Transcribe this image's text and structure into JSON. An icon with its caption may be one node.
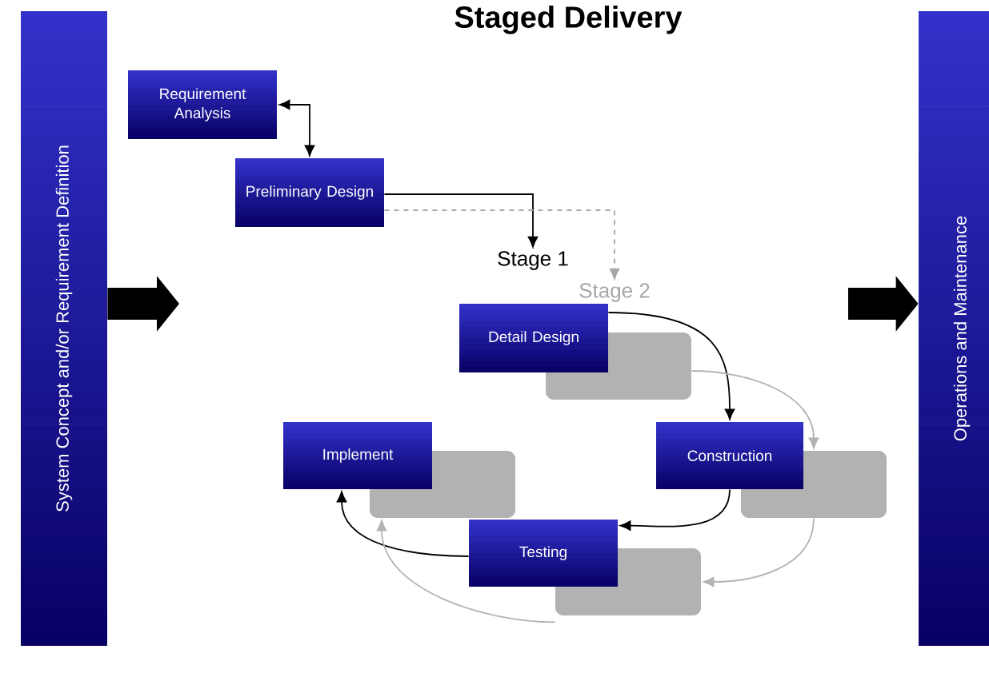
{
  "diagram": {
    "title": "Staged Delivery",
    "nodes": [
      {
        "text": [
          "System Concept and/or Requirement Definition"
        ]
      },
      {
        "text": [
          "Operations and Maintenance"
        ]
      },
      {
        "text": [
          "Requirement Analysis"
        ]
      },
      {
        "text": [
          "Preliminary Design"
        ]
      },
      {
        "text": [
          "Stage 1"
        ]
      },
      {
        "text": [
          "Stage 2"
        ]
      },
      {
        "text": [
          "Detail Design"
        ]
      },
      {
        "text": [
          "Construction"
        ]
      },
      {
        "text": [
          "Testing"
        ]
      },
      {
        "text": [
          "Implement"
        ]
      },
      {
        "text": [],
        "shape": "box"
      },
      {
        "text": [],
        "shape": "box"
      },
      {
        "text": [],
        "shape": "box"
      },
      {
        "text": [],
        "shape": "box"
      }
    ],
    "edges": [
      {
        "from": 0,
        "to": null,
        "arrow": "to",
        "style": "thick"
      },
      {
        "from": null,
        "to": 1,
        "arrow": "to",
        "style": "thick"
      },
      {
        "from": 2,
        "to": 3,
        "arrow": "both"
      },
      {
        "from": 3,
        "to": 4,
        "arrow": "to"
      },
      {
        "from": 3,
        "to": 5,
        "arrow": "to",
        "style": "dashed",
        "color": "#a6a6a6"
      },
      {
        "from": 6,
        "to": 7,
        "arrow": "to"
      },
      {
        "from": 7,
        "to": 8,
        "arrow": "to"
      },
      {
        "from": 8,
        "to": 9,
        "arrow": "to"
      },
      {
        "from": 11,
        "to": 13,
        "arrow": "to",
        "color": "#b3b3b3"
      },
      {
        "from": 13,
        "to": 12,
        "arrow": "to",
        "color": "#b3b3b3"
      },
      {
        "from": 12,
        "to": 10,
        "arrow": "to",
        "color": "#b3b3b3"
      }
    ]
  }
}
